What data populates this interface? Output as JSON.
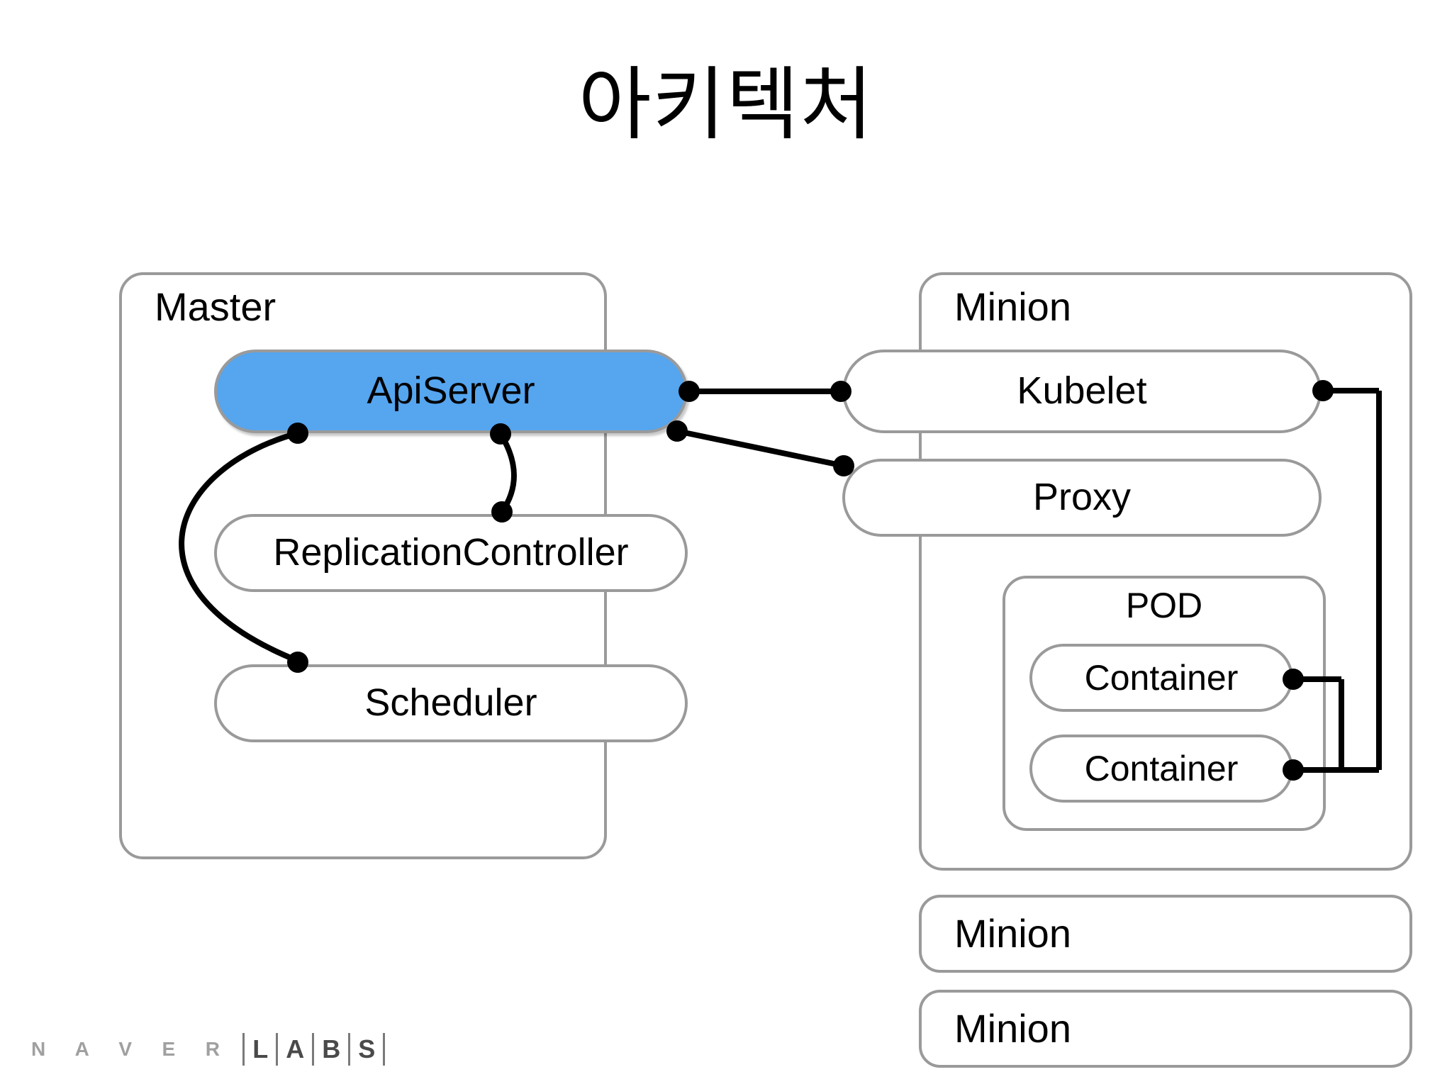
{
  "slide": {
    "title": "아키텍처",
    "background_color": "#ffffff"
  },
  "colors": {
    "node_border": "#9a9a9a",
    "node_fill": "#ffffff",
    "accent_fill": "#55a5ef",
    "edge": "#000000",
    "text": "#000000",
    "logo_naver": "#a0a0a0",
    "logo_labs": "#4a4a4a"
  },
  "master": {
    "label": "Master",
    "nodes": {
      "apiserver": "ApiServer",
      "replication_controller": "ReplicationController",
      "scheduler": "Scheduler"
    }
  },
  "minion": {
    "label": "Minion",
    "nodes": {
      "kubelet": "Kubelet",
      "proxy": "Proxy"
    },
    "pod": {
      "label": "POD",
      "containers": [
        "Container",
        "Container"
      ]
    }
  },
  "extra_minions": [
    {
      "label": "Minion"
    },
    {
      "label": "Minion"
    }
  ],
  "logo": {
    "naver": "N A V E R",
    "labs_letters": [
      "L",
      "A",
      "B",
      "S"
    ]
  }
}
